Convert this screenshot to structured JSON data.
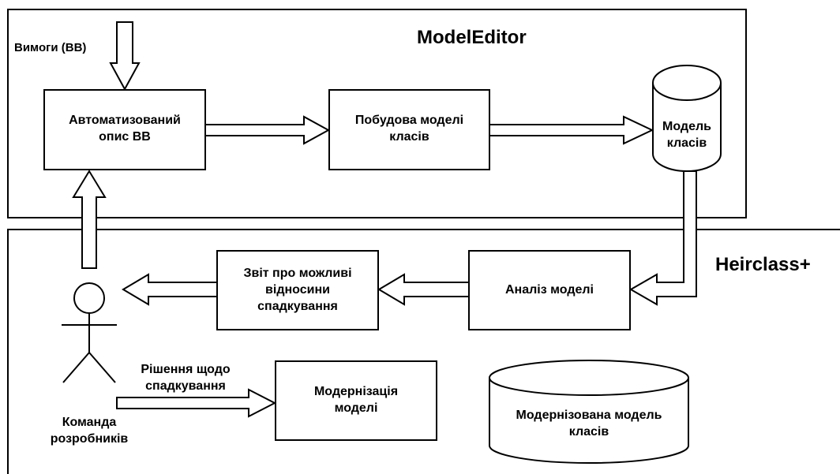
{
  "modeleditor": {
    "title": "ModelEditor",
    "input_label": "Вимоги (ВВ)",
    "auto_desc": [
      "Автоматизований",
      "опис ВВ"
    ],
    "build_model": [
      "Побудова моделі",
      "класів"
    ],
    "class_model": [
      "Модель",
      "класів"
    ]
  },
  "heirclass": {
    "title": "Heirclass+",
    "analysis": [
      "Аналіз моделі"
    ],
    "report": [
      "Звіт про можливі",
      "відносини",
      "спадкування"
    ],
    "decision": [
      "Рішення щодо",
      "спадкування"
    ],
    "modernization": [
      "Модернізація",
      "моделі"
    ],
    "modernized_model": [
      "Модернізована модель",
      "класів"
    ],
    "team": [
      "Команда",
      "розробників"
    ]
  }
}
